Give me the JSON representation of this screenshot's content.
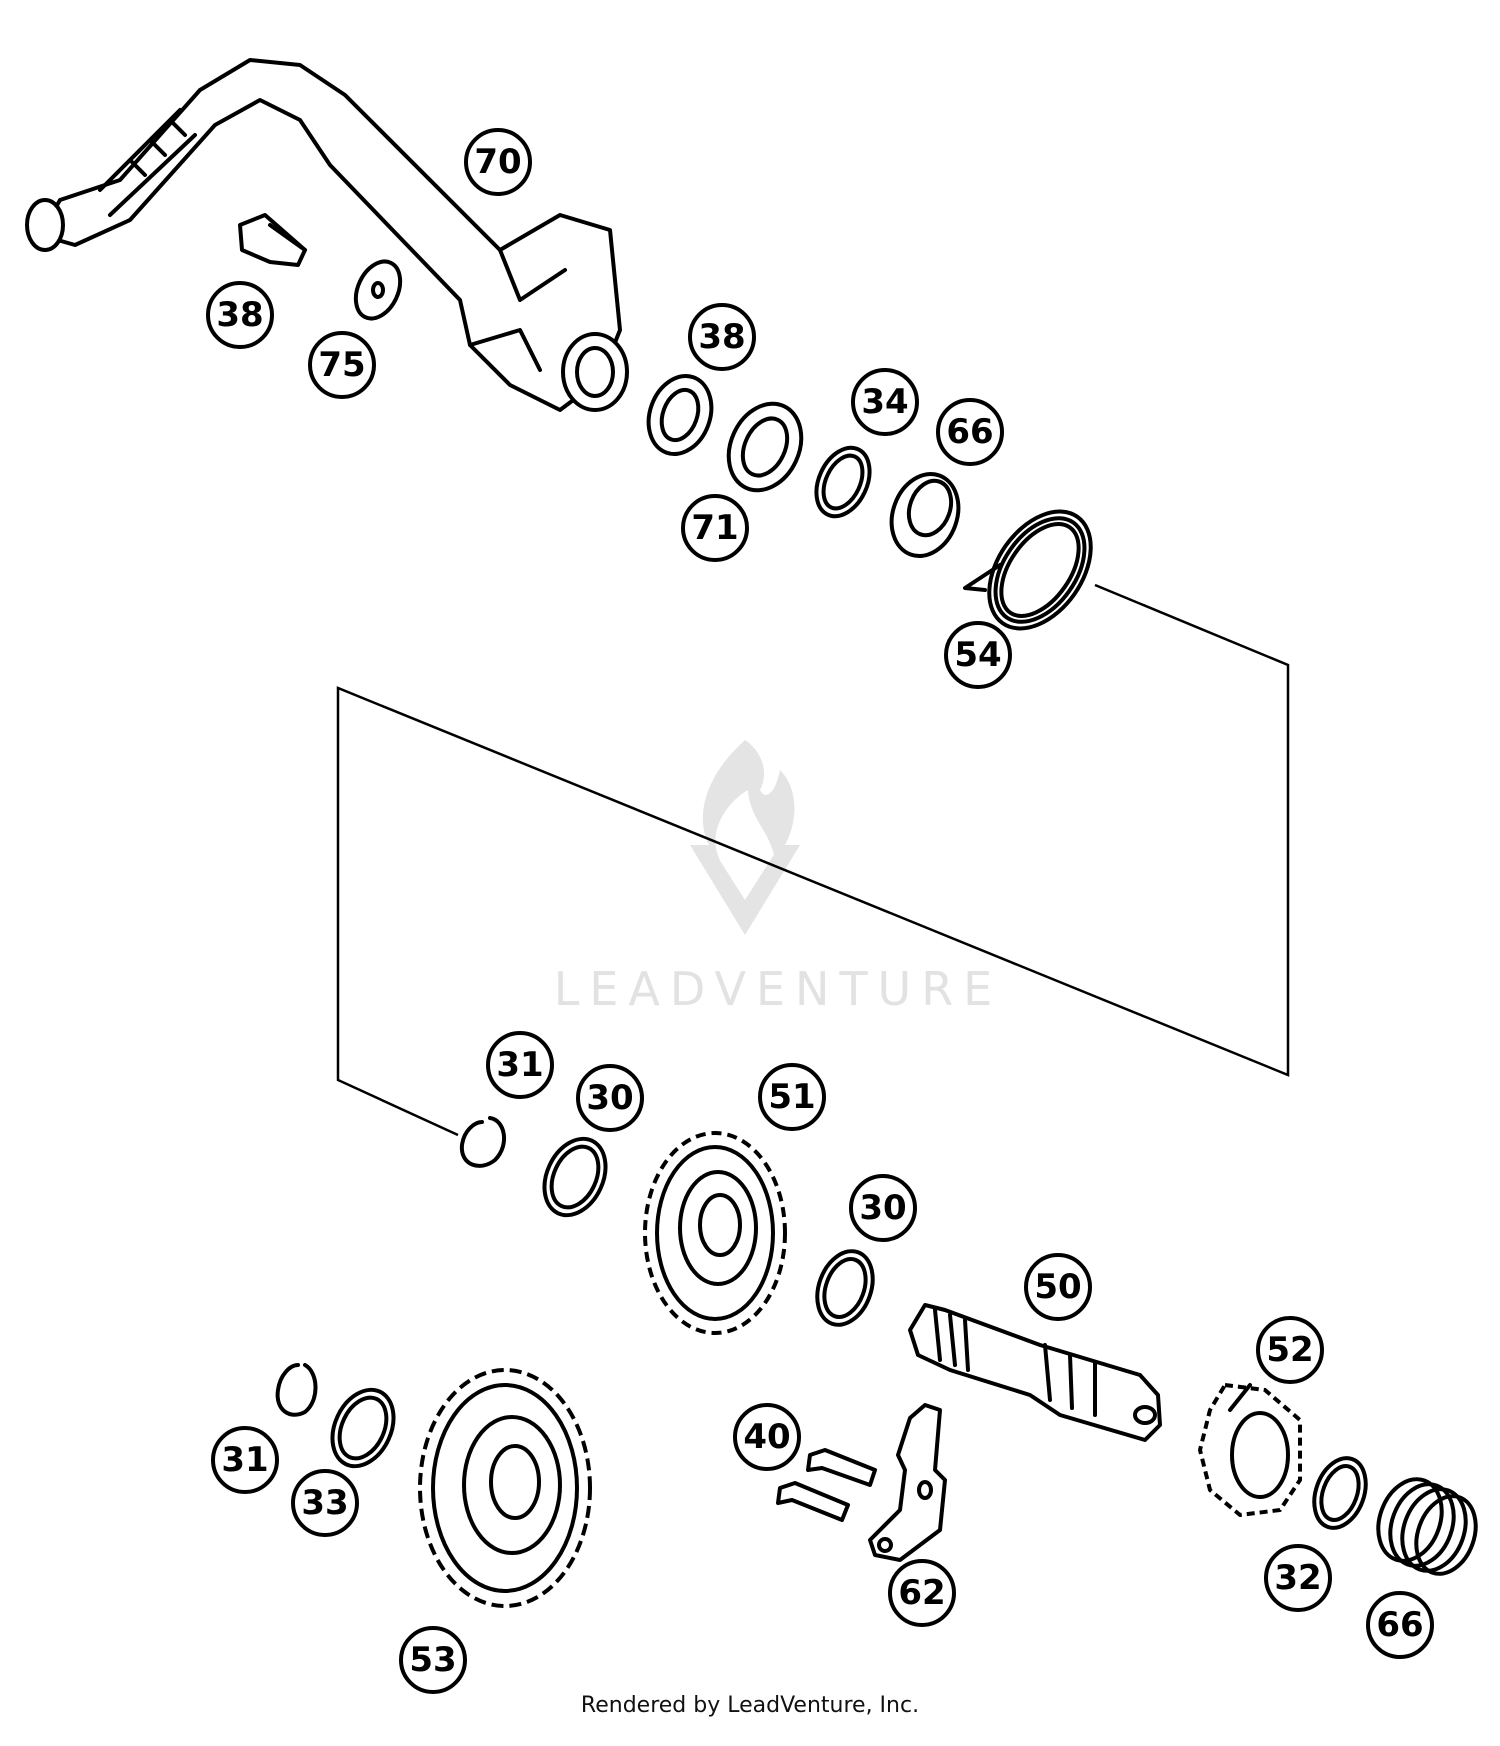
{
  "watermark": {
    "brand": "LEADVENTURE"
  },
  "footer": {
    "credit": "Rendered by LeadVenture, Inc."
  },
  "callouts": {
    "c70": "70",
    "c38a": "38",
    "c75": "75",
    "c38b": "38",
    "c71": "71",
    "c34": "34",
    "c66a": "66",
    "c54": "54",
    "c31a": "31",
    "c30a": "30",
    "c51": "51",
    "c30b": "30",
    "c50": "50",
    "c52": "52",
    "c31b": "31",
    "c33": "33",
    "c53": "53",
    "c40": "40",
    "c62": "62",
    "c32": "32",
    "c66b": "66"
  },
  "colors": {
    "line": "#000000",
    "background": "#ffffff",
    "watermark": "#e2e2e2"
  }
}
